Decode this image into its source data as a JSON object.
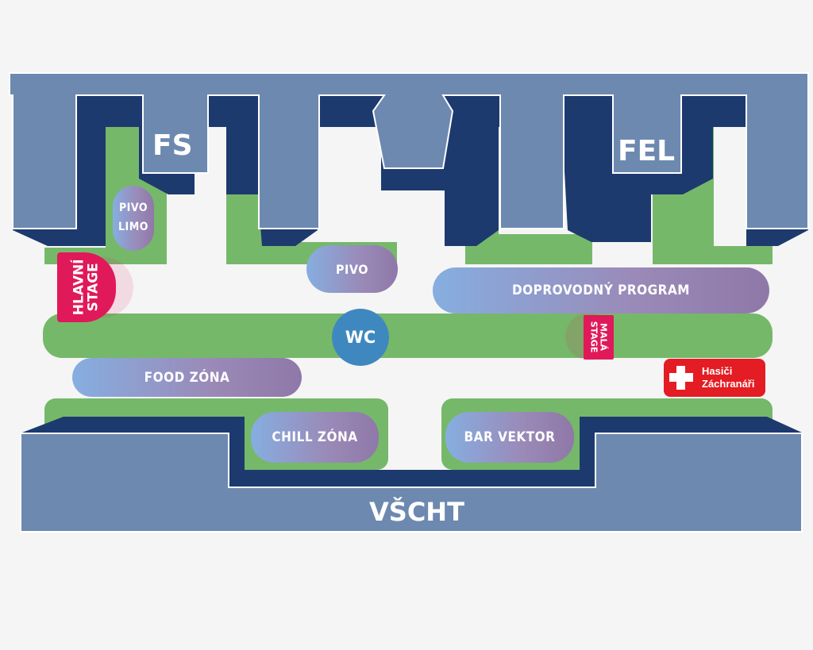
{
  "colors": {
    "building": "#6d89b0",
    "building_shadow": "#1d3a6e",
    "green_area": "#76b86a",
    "stage": "#e0195a",
    "wc": "#3f88bf",
    "fire": "#e31d23",
    "background": "#f5f5f5"
  },
  "buildings": {
    "fs": "FS",
    "fel": "FEL",
    "vscht": "VŠCHT"
  },
  "zones": {
    "pivo_limo": [
      "PIVO",
      "LIMO"
    ],
    "pivo": "PIVO",
    "doprovodny_program": "DOPROVODNÝ PROGRAM",
    "food_zona": "FOOD ZÓNA",
    "chill_zona": "CHILL ZÓNA",
    "bar_vektor": "BAR VEKTOR"
  },
  "stages": {
    "hlavni": [
      "HLAVNÍ",
      "STAGE"
    ],
    "mala": [
      "MALÁ",
      "STAGE"
    ]
  },
  "wc": "WC",
  "fire_rescue": {
    "icon": "cross-icon",
    "lines": [
      "Hasiči",
      "Záchranáři"
    ]
  }
}
